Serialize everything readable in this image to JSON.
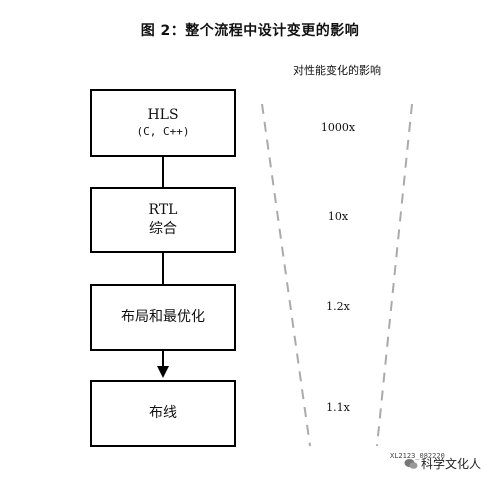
{
  "title": "图 2：整个流程中设计变更的影响",
  "impact_heading": "对性能变化的影响",
  "flow": [
    {
      "line1": "HLS",
      "line2": "(C, C++)"
    },
    {
      "line1": "RTL",
      "line2": "综合"
    },
    {
      "line1": "布局和最优化",
      "line2": ""
    },
    {
      "line1": "布线",
      "line2": ""
    }
  ],
  "impact_values": [
    "1000x",
    "10x",
    "1.2x",
    "1.1x"
  ],
  "figure_id": "XL2123_082220",
  "watermark": "科学文化人",
  "colors": {
    "box_border": "#000000",
    "funnel_line": "#aaaaaa",
    "text": "#111111"
  }
}
